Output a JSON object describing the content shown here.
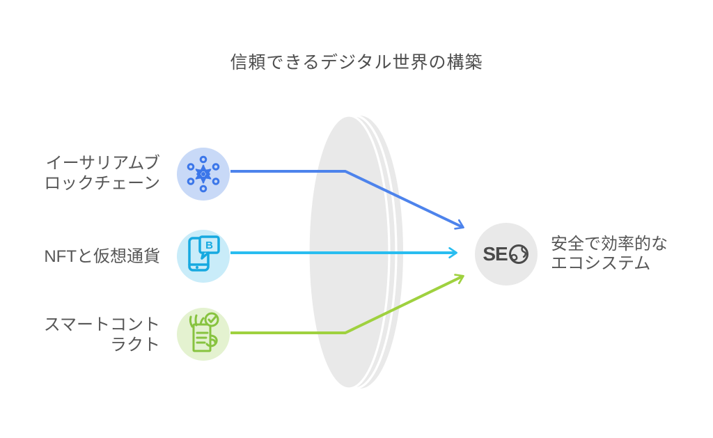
{
  "title": "信頼できるデジタル世界の構築",
  "sources": [
    {
      "label": "イーサリアムブ\nロックチェーン",
      "icon": "network-distribution-icon",
      "icon_bg": "#c8d9f7",
      "icon_color": "#3b76e9",
      "arrow_color": "#4d83ec"
    },
    {
      "label": "NFTと仮想通貨",
      "icon": "crypto-phone-icon",
      "icon_bg": "#c9ecf9",
      "icon_color": "#16a9e0",
      "arrow_color": "#29bdf0",
      "bubble_letter": "B"
    },
    {
      "label": "スマートコント\nラクト",
      "icon": "contract-signing-icon",
      "icon_bg": "#e4f2d0",
      "icon_color": "#87c33f",
      "arrow_color": "#9fd13f"
    }
  ],
  "lens": {
    "color": "#e9e9e9"
  },
  "result": {
    "logo_text": "SE",
    "logo_icon": "globe-icon",
    "circle_bg": "#e9e9e9",
    "logo_color": "#4a4a4a",
    "label": "安全で効率的な\nエコシステム"
  },
  "colors": {
    "background": "#ffffff",
    "text": "#565656",
    "title": "#4d4d4d"
  }
}
